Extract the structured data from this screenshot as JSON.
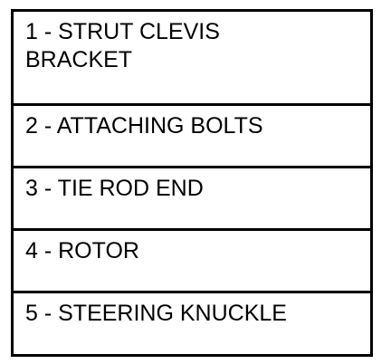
{
  "legend": {
    "items": [
      {
        "line1": "1 - STRUT CLEVIS",
        "line2": "BRACKET"
      },
      {
        "line1": "2 - ATTACHING BOLTS"
      },
      {
        "line1": "3 - TIE ROD END"
      },
      {
        "line1": "4 - ROTOR"
      },
      {
        "line1": "5 - STEERING KNUCKLE"
      }
    ]
  }
}
